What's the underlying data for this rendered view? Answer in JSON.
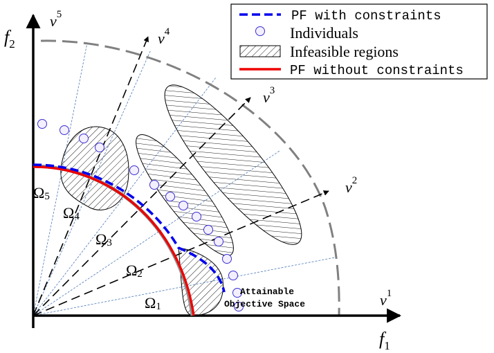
{
  "axes": {
    "x_label_base": "f",
    "x_label_sub": "1",
    "y_label_base": "f",
    "y_label_sub": "2"
  },
  "reference_vectors": [
    {
      "base": "v",
      "sup": "1"
    },
    {
      "base": "v",
      "sup": "2"
    },
    {
      "base": "v",
      "sup": "3"
    },
    {
      "base": "v",
      "sup": "4"
    },
    {
      "base": "v",
      "sup": "5"
    }
  ],
  "regions": [
    {
      "base": "Ω",
      "sub": "1"
    },
    {
      "base": "Ω",
      "sub": "2"
    },
    {
      "base": "Ω",
      "sub": "3"
    },
    {
      "base": "Ω",
      "sub": "4"
    },
    {
      "base": "Ω",
      "sub": "5"
    }
  ],
  "annotation": {
    "line1": "Attainable",
    "line2": "Objective Space"
  },
  "legend": {
    "items": [
      {
        "label": "PF with constraints",
        "marker": "blue-dashed-line"
      },
      {
        "label": "Individuals",
        "marker": "open-circle"
      },
      {
        "label": "Infeasible regions",
        "marker": "hatched-rectangle"
      },
      {
        "label": "PF without constraints",
        "marker": "red-solid-line"
      }
    ]
  },
  "colors": {
    "pf_with_constraints": "#0000ee",
    "pf_without_constraints": "#ee0000",
    "individual_stroke": "#3a2fd0",
    "individual_fill": "#f3efff",
    "reference_lines": "#4a78b8",
    "attainable_boundary": "#808080"
  }
}
